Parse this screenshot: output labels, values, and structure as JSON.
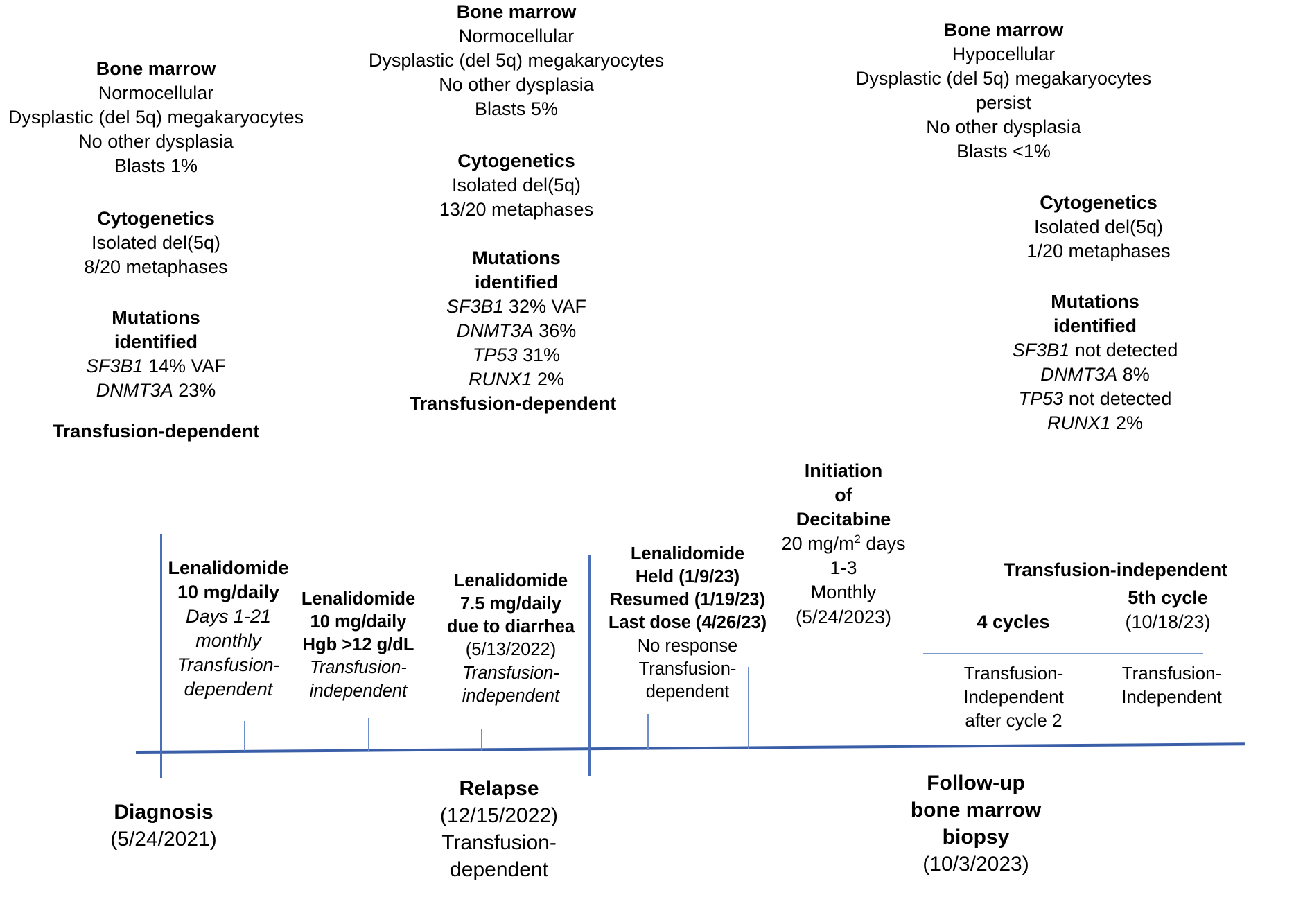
{
  "diagram": {
    "type": "clinical-timeline",
    "title": "MDS del(5q) clinical course timeline",
    "accent_color": "#3a5fa8",
    "tick_color": "#6f8fcb",
    "text_color": "#000000",
    "background": "#ffffff"
  },
  "panels": {
    "diagnosis": {
      "bone_marrow_heading": "Bone marrow",
      "bone_marrow_lines": [
        "Normocellular",
        "Dysplastic (del 5q) megakaryocytes",
        "No other dysplasia",
        "Blasts 1%"
      ],
      "cytogenetics_heading": "Cytogenetics",
      "cytogenetics_lines": [
        "Isolated del(5q)",
        "8/20 metaphases"
      ],
      "mutations_heading_line1": "Mutations",
      "mutations_heading_line2": "identified",
      "mutations": [
        {
          "gene": "SF3B1",
          "value": "14% VAF"
        },
        {
          "gene": "DNMT3A",
          "value": "23%"
        }
      ],
      "status": "Transfusion-dependent"
    },
    "relapse": {
      "bone_marrow_heading": "Bone marrow",
      "bone_marrow_lines": [
        "Normocellular",
        "Dysplastic (del 5q) megakaryocytes",
        "No other dysplasia",
        "Blasts 5%"
      ],
      "cytogenetics_heading": "Cytogenetics",
      "cytogenetics_lines": [
        "Isolated del(5q)",
        "13/20 metaphases"
      ],
      "mutations_heading_line1": "Mutations",
      "mutations_heading_line2": "identified",
      "mutations": [
        {
          "gene": "SF3B1",
          "value": "32% VAF"
        },
        {
          "gene": "DNMT3A",
          "value": "36%"
        },
        {
          "gene": "TP53",
          "value": "31%"
        },
        {
          "gene": "RUNX1",
          "value": "2%"
        }
      ],
      "status": "Transfusion-dependent"
    },
    "followup": {
      "bone_marrow_heading": "Bone marrow",
      "bone_marrow_lines": [
        "Hypocellular",
        "Dysplastic (del 5q) megakaryocytes",
        "persist",
        "No other dysplasia",
        "Blasts <1%"
      ],
      "cytogenetics_heading": "Cytogenetics",
      "cytogenetics_lines": [
        "Isolated del(5q)",
        "1/20 metaphases"
      ],
      "mutations_heading_line1": "Mutations",
      "mutations_heading_line2": "identified",
      "mutations": [
        {
          "gene": "SF3B1",
          "value": "not detected"
        },
        {
          "gene": "DNMT3A",
          "value": "8%"
        },
        {
          "gene": "TP53",
          "value": "not detected"
        },
        {
          "gene": "RUNX1",
          "value": "2%"
        }
      ]
    }
  },
  "treatments": {
    "len1": {
      "bold_lines": [
        "Lenalidomide",
        "10 mg/daily"
      ],
      "italic_lines": [
        "Days 1-21",
        "monthly",
        "Transfusion-",
        "dependent"
      ]
    },
    "len2": {
      "bold_lines": [
        "Lenalidomide",
        "10 mg/daily",
        "Hgb >12 g/dL"
      ],
      "italic_lines": [
        "Transfusion-",
        "independent"
      ]
    },
    "len3": {
      "bold_lines": [
        "Lenalidomide",
        "7.5 mg/daily",
        "due to diarrhea"
      ],
      "plain_lines": [
        "(5/13/2022)"
      ],
      "italic_lines": [
        "Transfusion-",
        "independent"
      ]
    },
    "len4": {
      "bold_lines": [
        "Lenalidomide",
        "Held (1/9/23)",
        "Resumed (1/19/23)",
        "Last dose (4/26/23)"
      ],
      "plain_lines": [
        "No response",
        "Transfusion-",
        "dependent"
      ]
    },
    "decitabine": {
      "bold_lines": [
        "Initiation",
        "of",
        "Decitabine"
      ],
      "dose_prefix": "20 mg/m",
      "dose_sup": "2",
      "dose_suffix": " days",
      "plain_lines": [
        "1-3",
        "Monthly",
        "(5/24/2023)"
      ]
    },
    "response": {
      "heading_line1": "Transfusion-independent",
      "heading_line2": "5th cycle",
      "cycles_label": "4 cycles",
      "date": "(10/18/23)",
      "left_note": [
        "Transfusion-",
        "Independent",
        "after cycle 2"
      ],
      "right_note": [
        "Transfusion-",
        "Independent"
      ]
    }
  },
  "milestones": {
    "diagnosis": {
      "label": "Diagnosis",
      "date": "(5/24/2021)"
    },
    "relapse": {
      "label": "Relapse",
      "date": "(12/15/2022)",
      "note_lines": [
        "Transfusion-",
        "dependent"
      ]
    },
    "followup": {
      "label_lines": [
        "Follow-up",
        "bone marrow",
        "biopsy"
      ],
      "date": "(10/3/2023)"
    }
  }
}
